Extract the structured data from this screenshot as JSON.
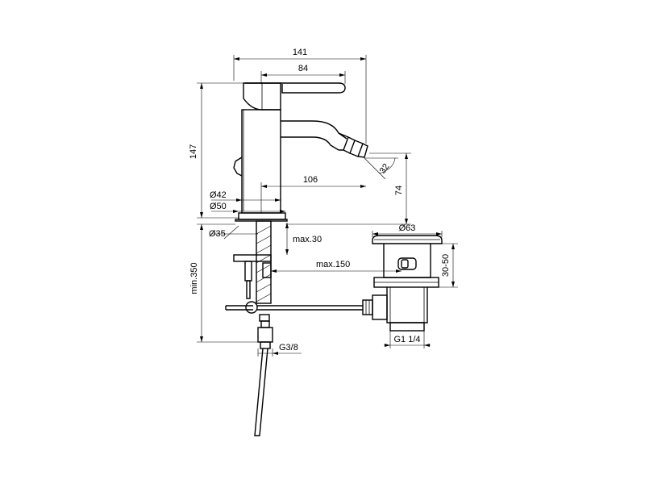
{
  "labels": {
    "d141": "141",
    "d84": "84",
    "d147": "147",
    "d106": "106",
    "d74": "74",
    "d32": "32",
    "d42": "Ø42",
    "d50": "Ø50",
    "d35": "Ø35",
    "d63": "Ø63",
    "max30": "max.30",
    "max150": "max.150",
    "min350": "min.350",
    "d3050": "30-50",
    "g38": "G3/8",
    "g114": "G1 1/4"
  },
  "drawing": {
    "stroke_color": "#000000",
    "background": "#ffffff"
  }
}
